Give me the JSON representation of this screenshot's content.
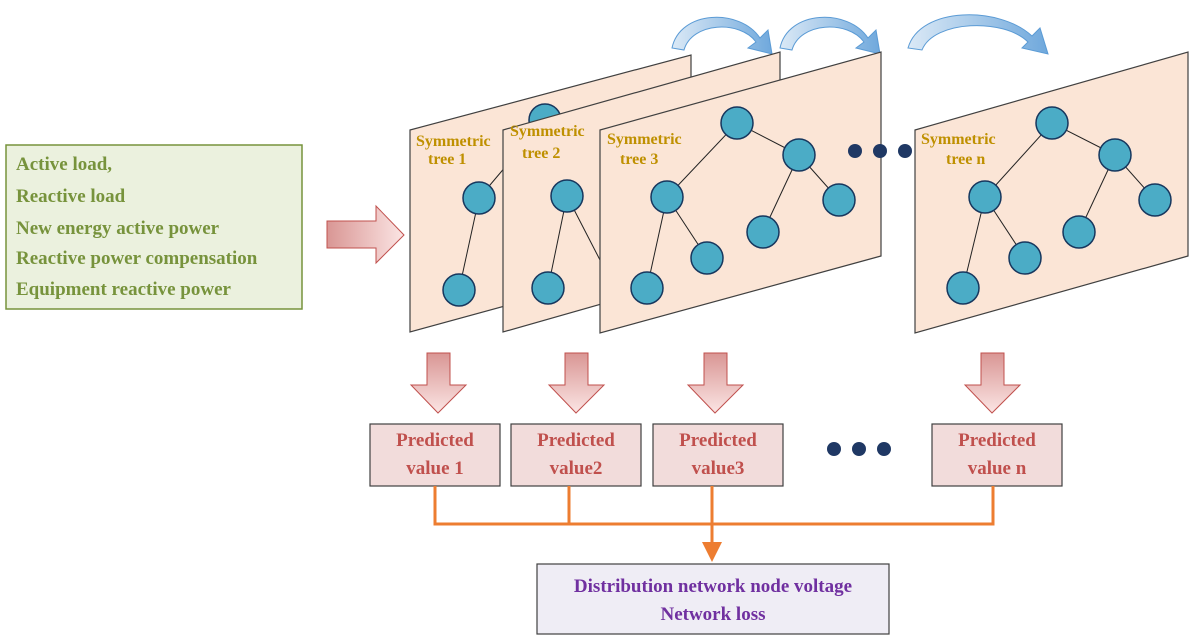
{
  "colors": {
    "input_fill": "#ebf1de",
    "input_border": "#77933c",
    "input_text": "#77933c",
    "panel_fill": "#fbe5d6",
    "panel_border": "#404040",
    "node_fill": "#4bacc6",
    "node_stroke": "#17375e",
    "tree_label": "#bf9000",
    "arrow_fill_top": "#f2dcdb",
    "arrow_fill_bottom": "#c0504d",
    "pred_fill": "#f2dcdb",
    "pred_text": "#c0504d",
    "connector": "#ed7d31",
    "output_fill": "#efedf5",
    "output_text": "#7030a0",
    "dots": "#1f3864",
    "curve_fill": "#9dc3e6",
    "curve_dark": "#2e75b6"
  },
  "inputs": {
    "lines": [
      "Active load,",
      "Reactive load",
      "New energy active power",
      "Reactive power compensation",
      "Equipment reactive power"
    ]
  },
  "trees": [
    {
      "label_line1": "Symmetric",
      "label_line2": "tree 1"
    },
    {
      "label_line1": "Symmetric",
      "label_line2": "tree 2"
    },
    {
      "label_line1": "Symmetric",
      "label_line2": "tree 3"
    },
    {
      "label_line1": "Symmetric",
      "label_line2": "tree n"
    }
  ],
  "predictions": [
    {
      "line1": "Predicted",
      "line2": "value 1"
    },
    {
      "line1": "Predicted",
      "line2": "value2"
    },
    {
      "line1": "Predicted",
      "line2": "value3"
    },
    {
      "line1": "Predicted",
      "line2": "value n"
    }
  ],
  "output": {
    "line1": "Distribution network node voltage",
    "line2": "Network loss"
  },
  "icons": {
    "ellipsis": "ellipsis-dots-icon",
    "curved_arrow": "curved-arrow-icon",
    "down_arrow": "down-arrow-icon",
    "right_arrow": "right-arrow-icon"
  }
}
